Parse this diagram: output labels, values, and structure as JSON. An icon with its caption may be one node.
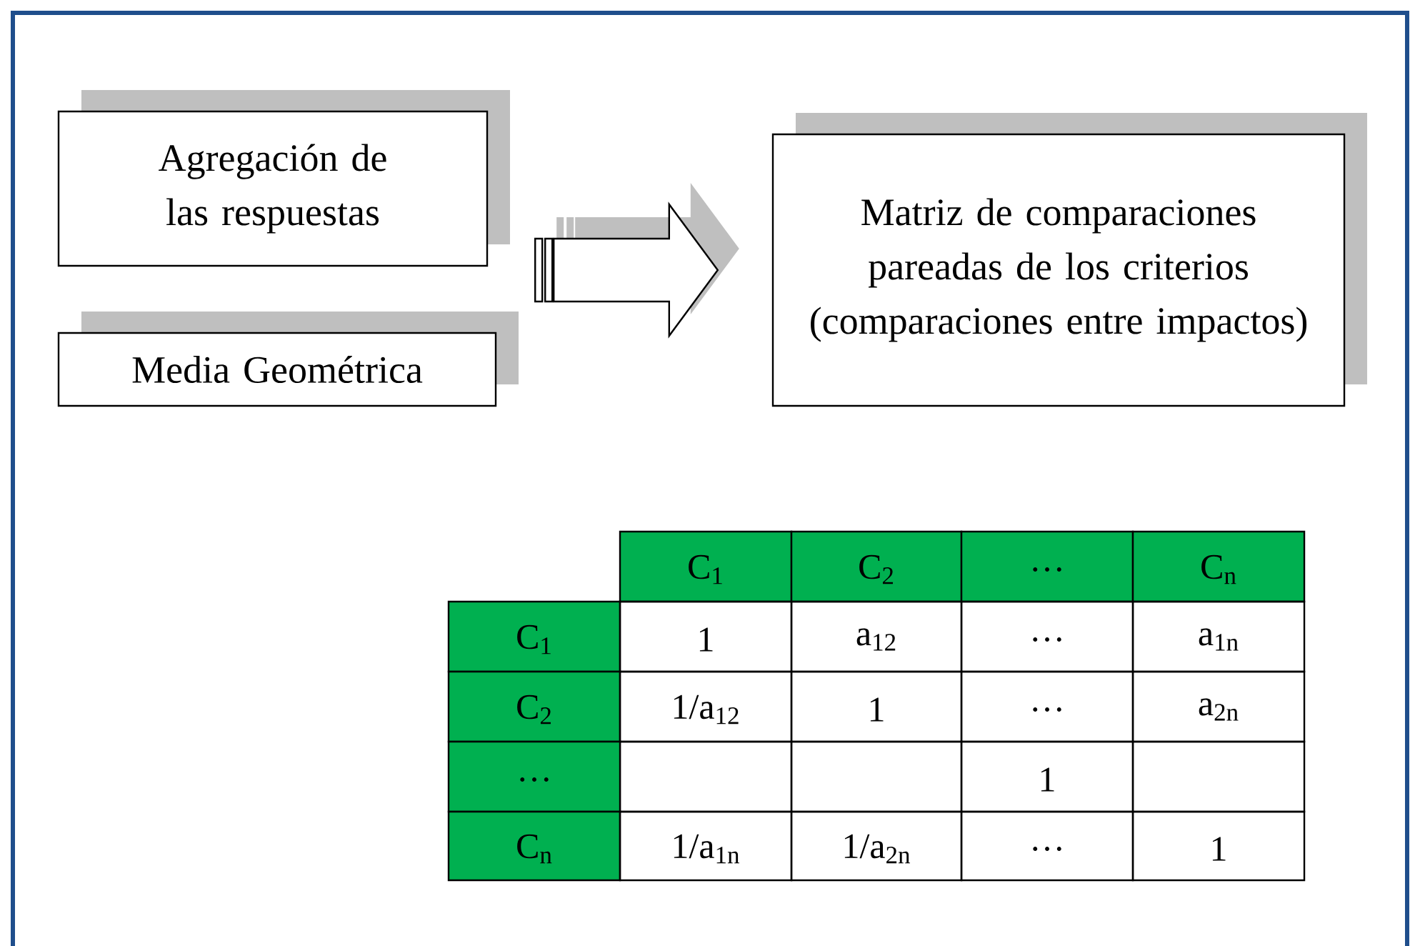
{
  "diagram": {
    "nodes": [
      {
        "text": [
          "Agregación de las respuestas"
        ]
      },
      {
        "text": [
          "Media Geométrica"
        ]
      },
      {
        "text": [
          "Matriz de comparaciones pareadas de los criterios (comparaciones entre impactos)"
        ]
      }
    ],
    "edges": [
      {
        "from": 0,
        "to": 2,
        "arrow": "to"
      }
    ],
    "labels": [
      "C$_{1}$",
      "C$_{2}$",
      "…",
      "C$_{n}$",
      "C$_{1}$",
      "1",
      "a$_{12}$",
      "…",
      "a$_{1n}$",
      "C$_{2}$",
      "1/a$_{12}$",
      "1",
      "…",
      "a$_{2n}$",
      "…",
      "1",
      "C$_{n}$",
      "1/a$_{1n}$",
      "1/a$_{2n}$",
      "…",
      "1"
    ]
  }
}
